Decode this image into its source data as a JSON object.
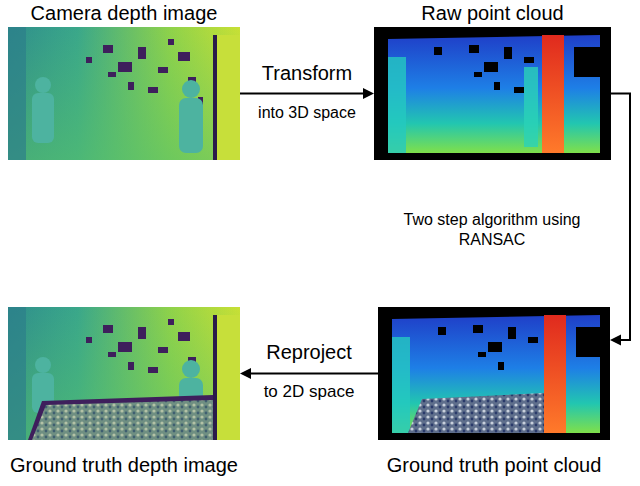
{
  "diagram": {
    "nodes": [
      {
        "text": [
          "Camera depth image"
        ]
      },
      {
        "text": [
          "Raw point cloud"
        ]
      },
      {
        "text": [
          "Ground truth depth image"
        ]
      },
      {
        "text": [
          "Ground truth point cloud"
        ]
      }
    ],
    "edges": [
      {
        "from": 0,
        "to": 1,
        "arrow": "to",
        "label": "Transform"
      },
      {
        "from": 1,
        "to": 3,
        "arrow": "to",
        "label": "Two step algorithm using RANSAC"
      },
      {
        "from": 3,
        "to": 2,
        "arrow": "to",
        "label": "Reproject"
      }
    ],
    "labels": [
      "into 3D space",
      "to 2D space"
    ]
  }
}
